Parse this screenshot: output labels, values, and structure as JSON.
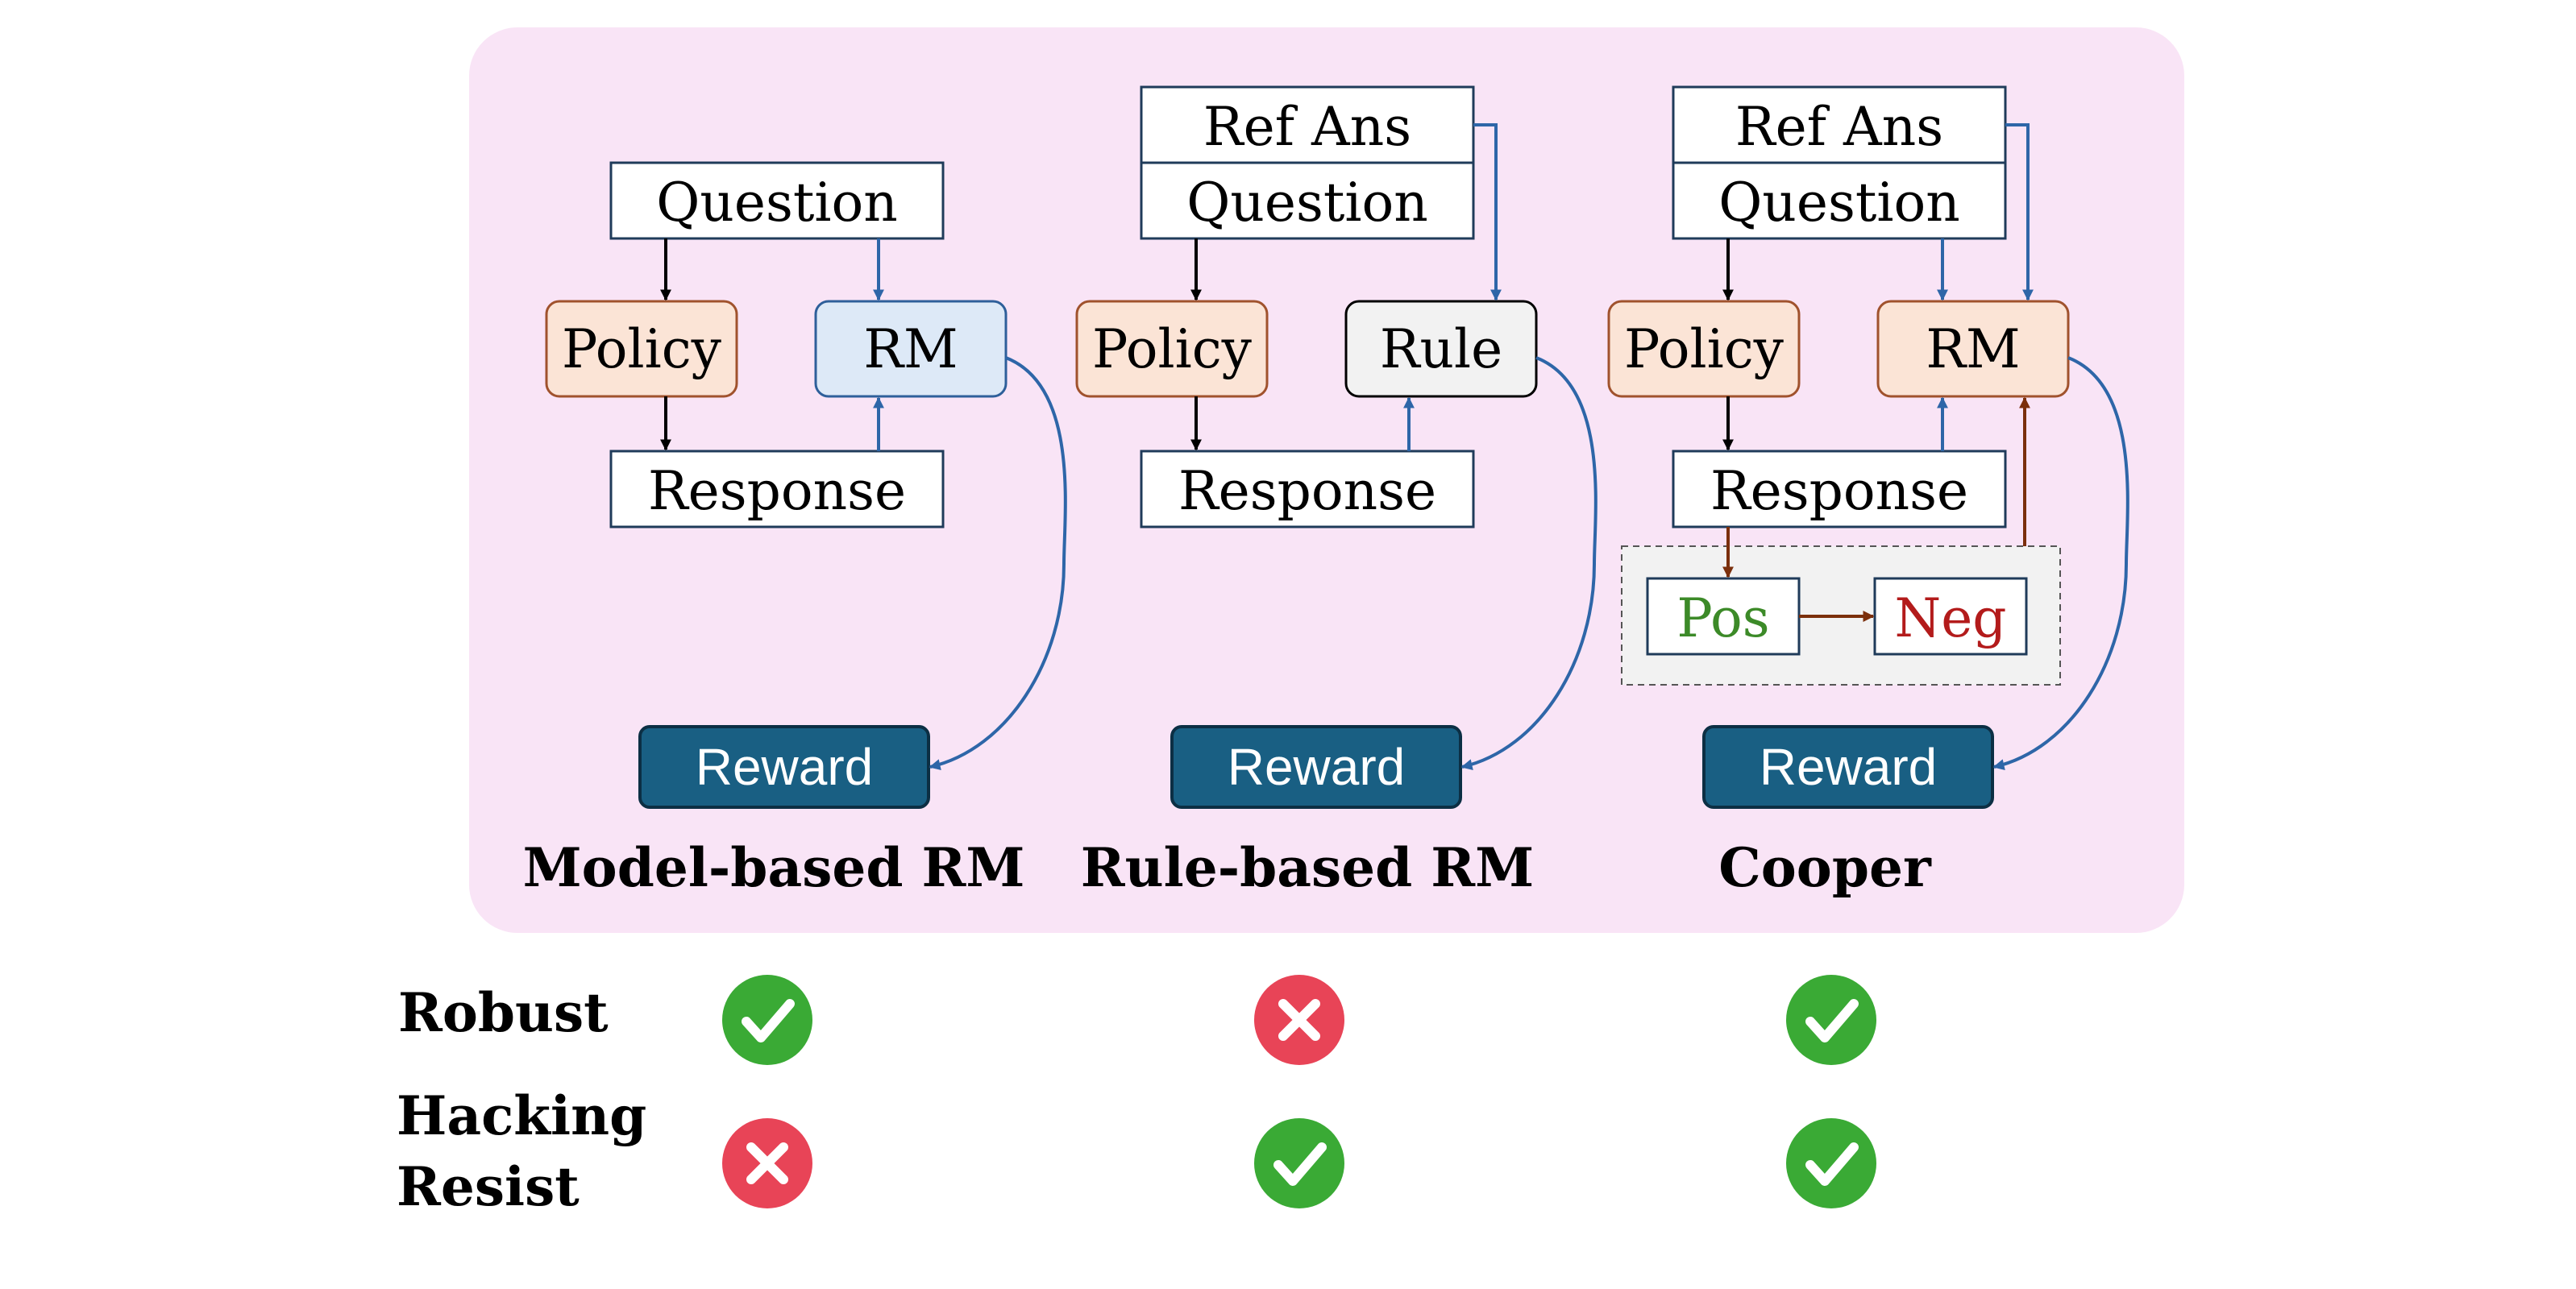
{
  "panels": [
    {
      "caption": "Model-based RM",
      "question": "Question",
      "policy": "Policy",
      "judge": "RM",
      "response": "Response",
      "reward": "Reward"
    },
    {
      "caption": "Rule-based RM",
      "ref_ans": "Ref Ans",
      "question": "Question",
      "policy": "Policy",
      "judge": "Rule",
      "response": "Response",
      "reward": "Reward"
    },
    {
      "caption": "Cooper",
      "ref_ans": "Ref Ans",
      "question": "Question",
      "policy": "Policy",
      "judge": "RM",
      "response": "Response",
      "pos": "Pos",
      "neg": "Neg",
      "reward": "Reward"
    }
  ],
  "rows": [
    {
      "label_lines": [
        "Robust"
      ],
      "marks": [
        "check",
        "cross",
        "check"
      ]
    },
    {
      "label_lines": [
        "Hacking",
        "Resist"
      ],
      "marks": [
        "cross",
        "check",
        "check"
      ]
    }
  ],
  "colors": {
    "panel_bg": "#f9e4f6",
    "policy_fill": "#fbe4d6",
    "policy_stroke": "#a0522d",
    "rm_fill": "#dde9f7",
    "rm_stroke": "#2e5f9a",
    "rule_fill": "#f2f2f2",
    "reward_fill": "#195f83",
    "blue_arrow": "#2e66a8",
    "brown_arrow": "#7b2f0c",
    "pos_text": "#3c8a28",
    "neg_text": "#b31b1b",
    "check_green": "#3aaa35",
    "cross_red": "#e84457"
  }
}
